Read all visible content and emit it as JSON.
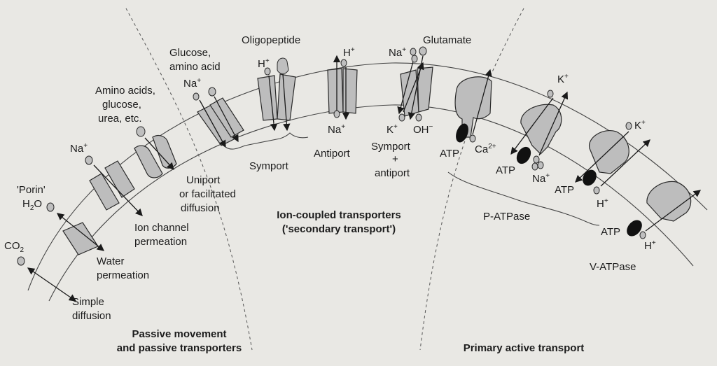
{
  "regions": {
    "passive": "Passive movement\nand passive transporters",
    "secondary": "Ion-coupled transporters\n('secondary transport')",
    "primary": "Primary active transport"
  },
  "labels": {
    "co2": "CO",
    "co2_sub": "2",
    "porin": "'Porin'",
    "h2o": "H",
    "h2o_sub": "2",
    "h2o_tail": "O",
    "simple_diffusion": "Simple\ndiffusion",
    "water_permeation": "Water\npermeation",
    "na_channel": "Na",
    "ion_channel": "Ion channel\npermeation",
    "amino_acids": "Amino acids,\nglucose,\nurea, etc.",
    "uniport": "Uniport\nor facilitated\ndiffusion",
    "glucose": "Glucose,\namino acid",
    "na_symport": "Na",
    "oligopeptide": "Oligopeptide",
    "h_symport": "H",
    "symport": "Symport",
    "h_antiport": "H",
    "na_antiport": "Na",
    "antiport": "Antiport",
    "na_glutamate": "Na",
    "glutamate": "Glutamate",
    "k_glut": "K",
    "oh_glut": "OH",
    "symport_antiport": "Symport\n+\nantiport",
    "atp1": "ATP",
    "ca": "Ca",
    "ca_sup": "2+",
    "atp2": "ATP",
    "k1": "K",
    "na_patp": "Na",
    "atp3": "ATP",
    "k2": "K",
    "h_patp": "H",
    "p_atpase": "P-ATPase",
    "atp4": "ATP",
    "h_vatp": "H",
    "v_atpase": "V-ATPase",
    "plus": "+",
    "minus": "−"
  }
}
